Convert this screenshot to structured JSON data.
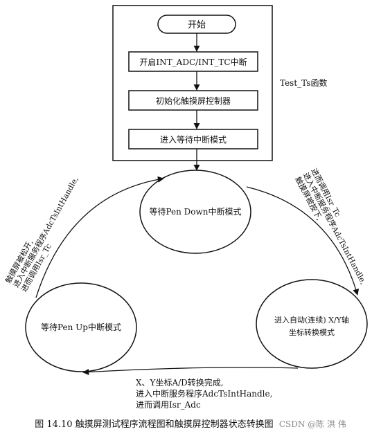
{
  "flow": {
    "start": "开始",
    "step1": "开启INT_ADC/INT_TC中断",
    "step2": "初始化触摸屏控制器",
    "step3": "进入等待中断模式",
    "function_label": "Test_Ts函数"
  },
  "states": {
    "pen_down": "等待Pen Down中断模式",
    "pen_up": "等待Pen Up中断模式",
    "auto_line1": "进入自动(连续) X/Y轴",
    "auto_line2": "坐标转换模式"
  },
  "transitions": {
    "down_to_auto": [
      "触摸屏被按下,",
      "进入中断服务程序AdcTsIntHandle,",
      "进而调用Isr_Tc"
    ],
    "up_to_down": [
      "触摸屏被松开,",
      "进入中断服务程序AdcTsIntHandle,",
      "进而调用Isr_Tc"
    ],
    "auto_to_up": [
      "X、Y坐标A/D转换完成,",
      "进入中断服务程序AdcTsIntHandle,",
      "进而调用Isr_Adc"
    ]
  },
  "caption": {
    "text": "图 14.10  触摸屏测试程序流程图和触摸屏控制器状态转换图",
    "watermark": "CSDN @陈 洪 伟"
  }
}
